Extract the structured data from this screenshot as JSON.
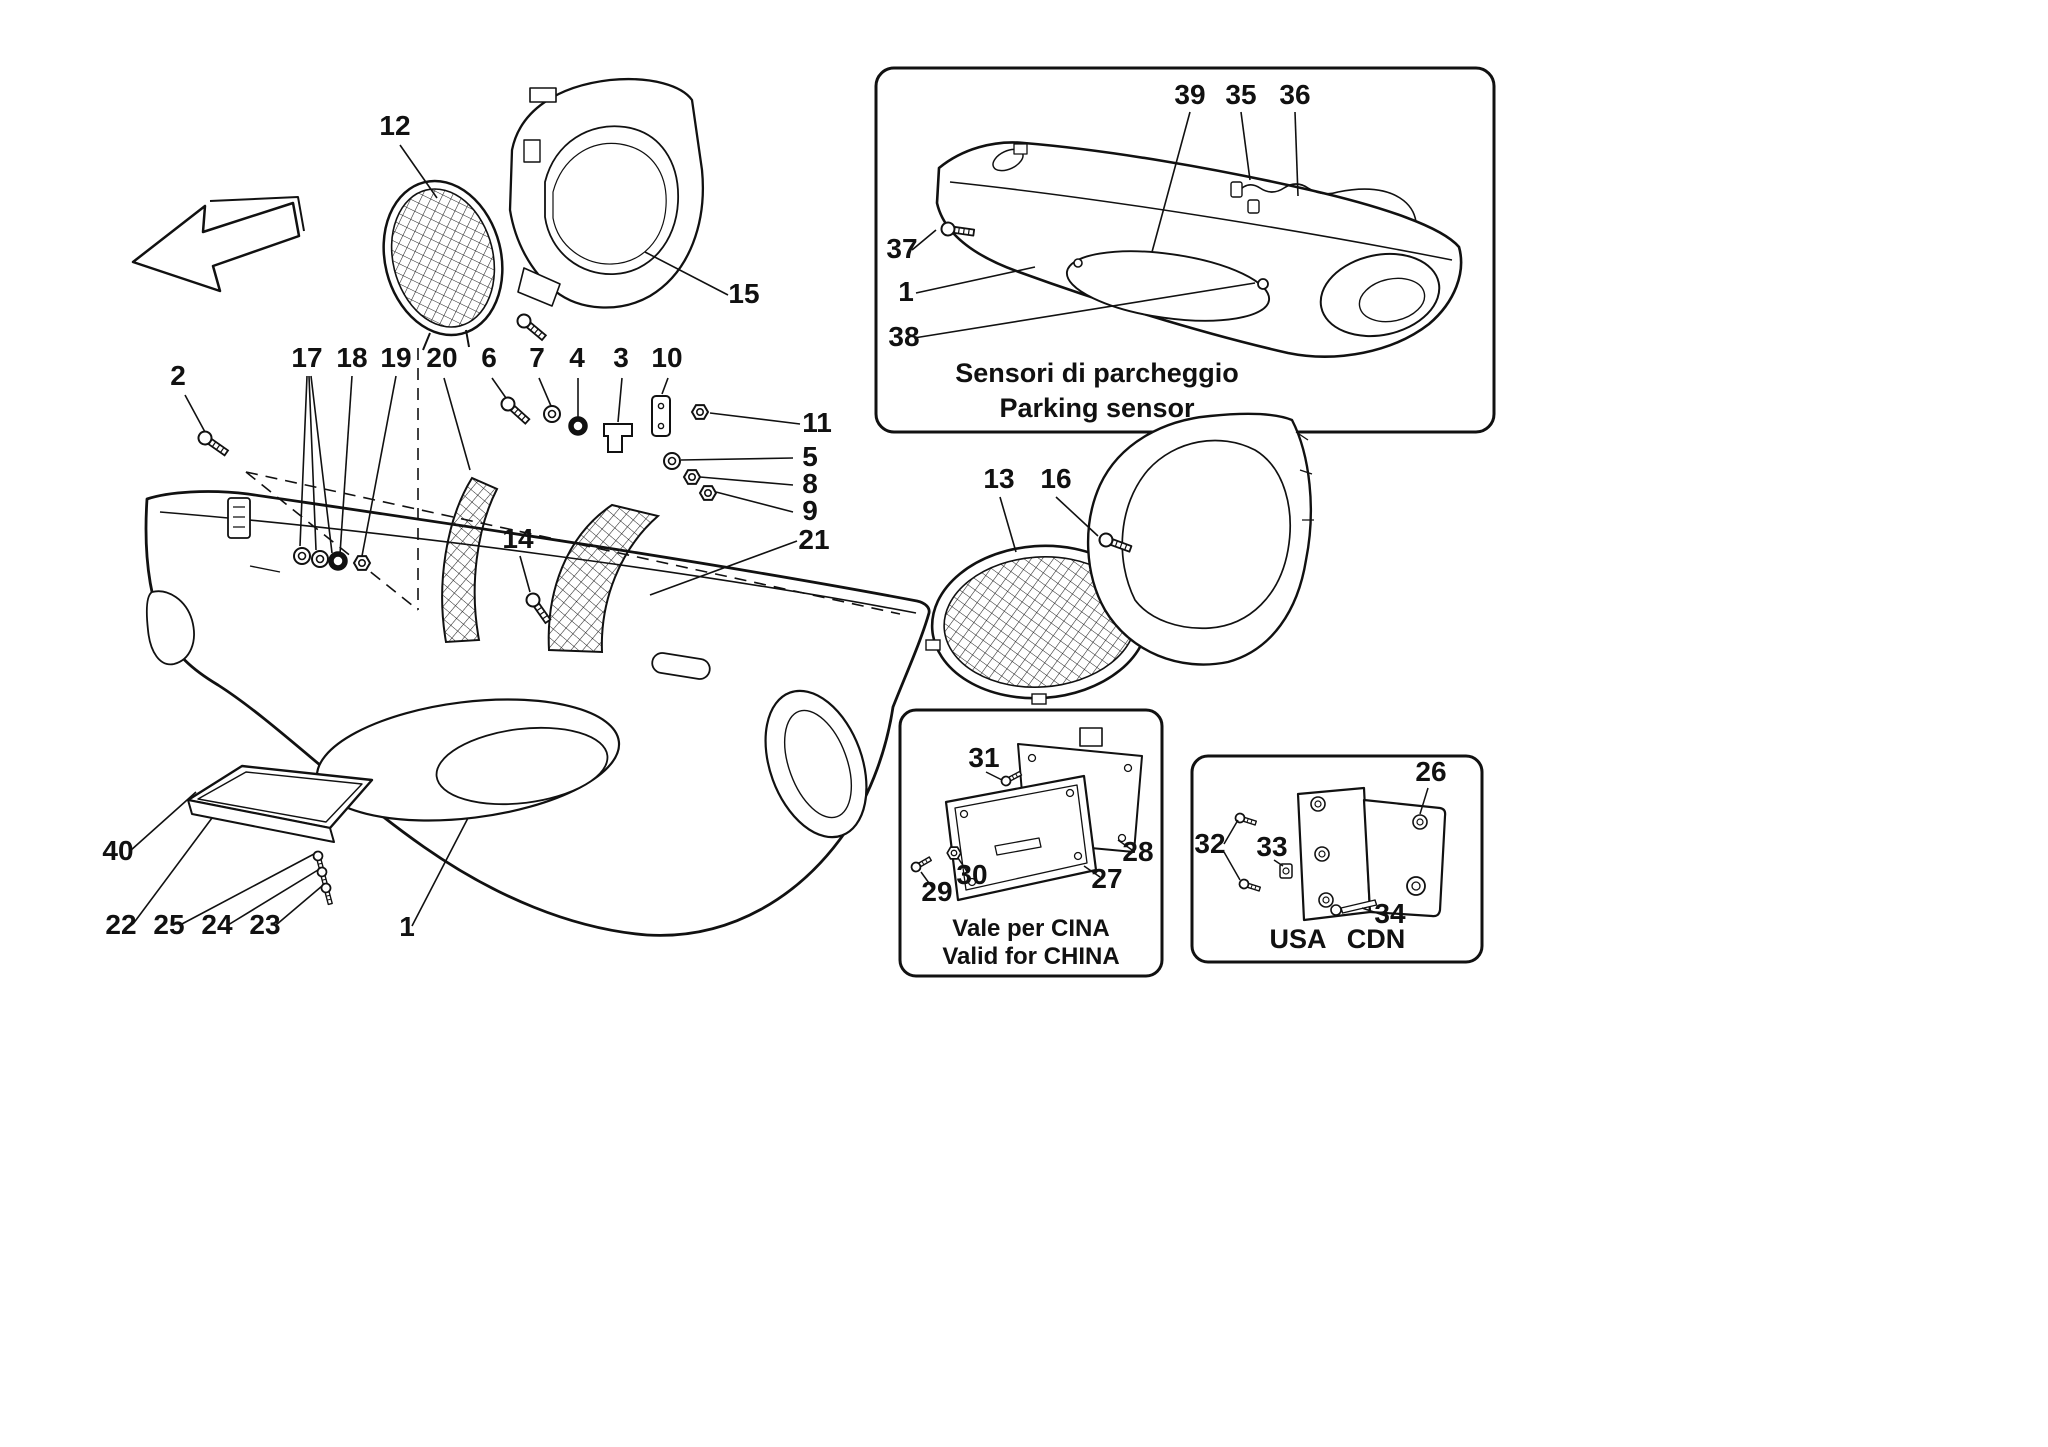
{
  "colors": {
    "ink": "#111111",
    "paper": "#ffffff"
  },
  "labels": {
    "n1": "1",
    "n2": "2",
    "n3": "3",
    "n4": "4",
    "n5": "5",
    "n6": "6",
    "n7": "7",
    "n8": "8",
    "n9": "9",
    "n10": "10",
    "n11": "11",
    "n12": "12",
    "n13": "13",
    "n14": "14",
    "n15": "15",
    "n16": "16",
    "n17": "17",
    "n18": "18",
    "n19": "19",
    "n20": "20",
    "n21": "21",
    "n22": "22",
    "n23": "23",
    "n24": "24",
    "n25": "25",
    "n26": "26",
    "n27": "27",
    "n28": "28",
    "n29": "29",
    "n30": "30",
    "n31": "31",
    "n32": "32",
    "n33": "33",
    "n34": "34",
    "n35": "35",
    "n36": "36",
    "n37": "37",
    "n38": "38",
    "n39": "39",
    "n40": "40"
  },
  "insets": {
    "parking_sensor": {
      "title_it": "Sensori di parcheggio",
      "title_en": "Parking sensor"
    },
    "china": {
      "title_it": "Vale per CINA",
      "title_en": "Valid for CHINA"
    },
    "usa_cdn": {
      "label_usa": "USA",
      "label_cdn": "CDN"
    }
  }
}
